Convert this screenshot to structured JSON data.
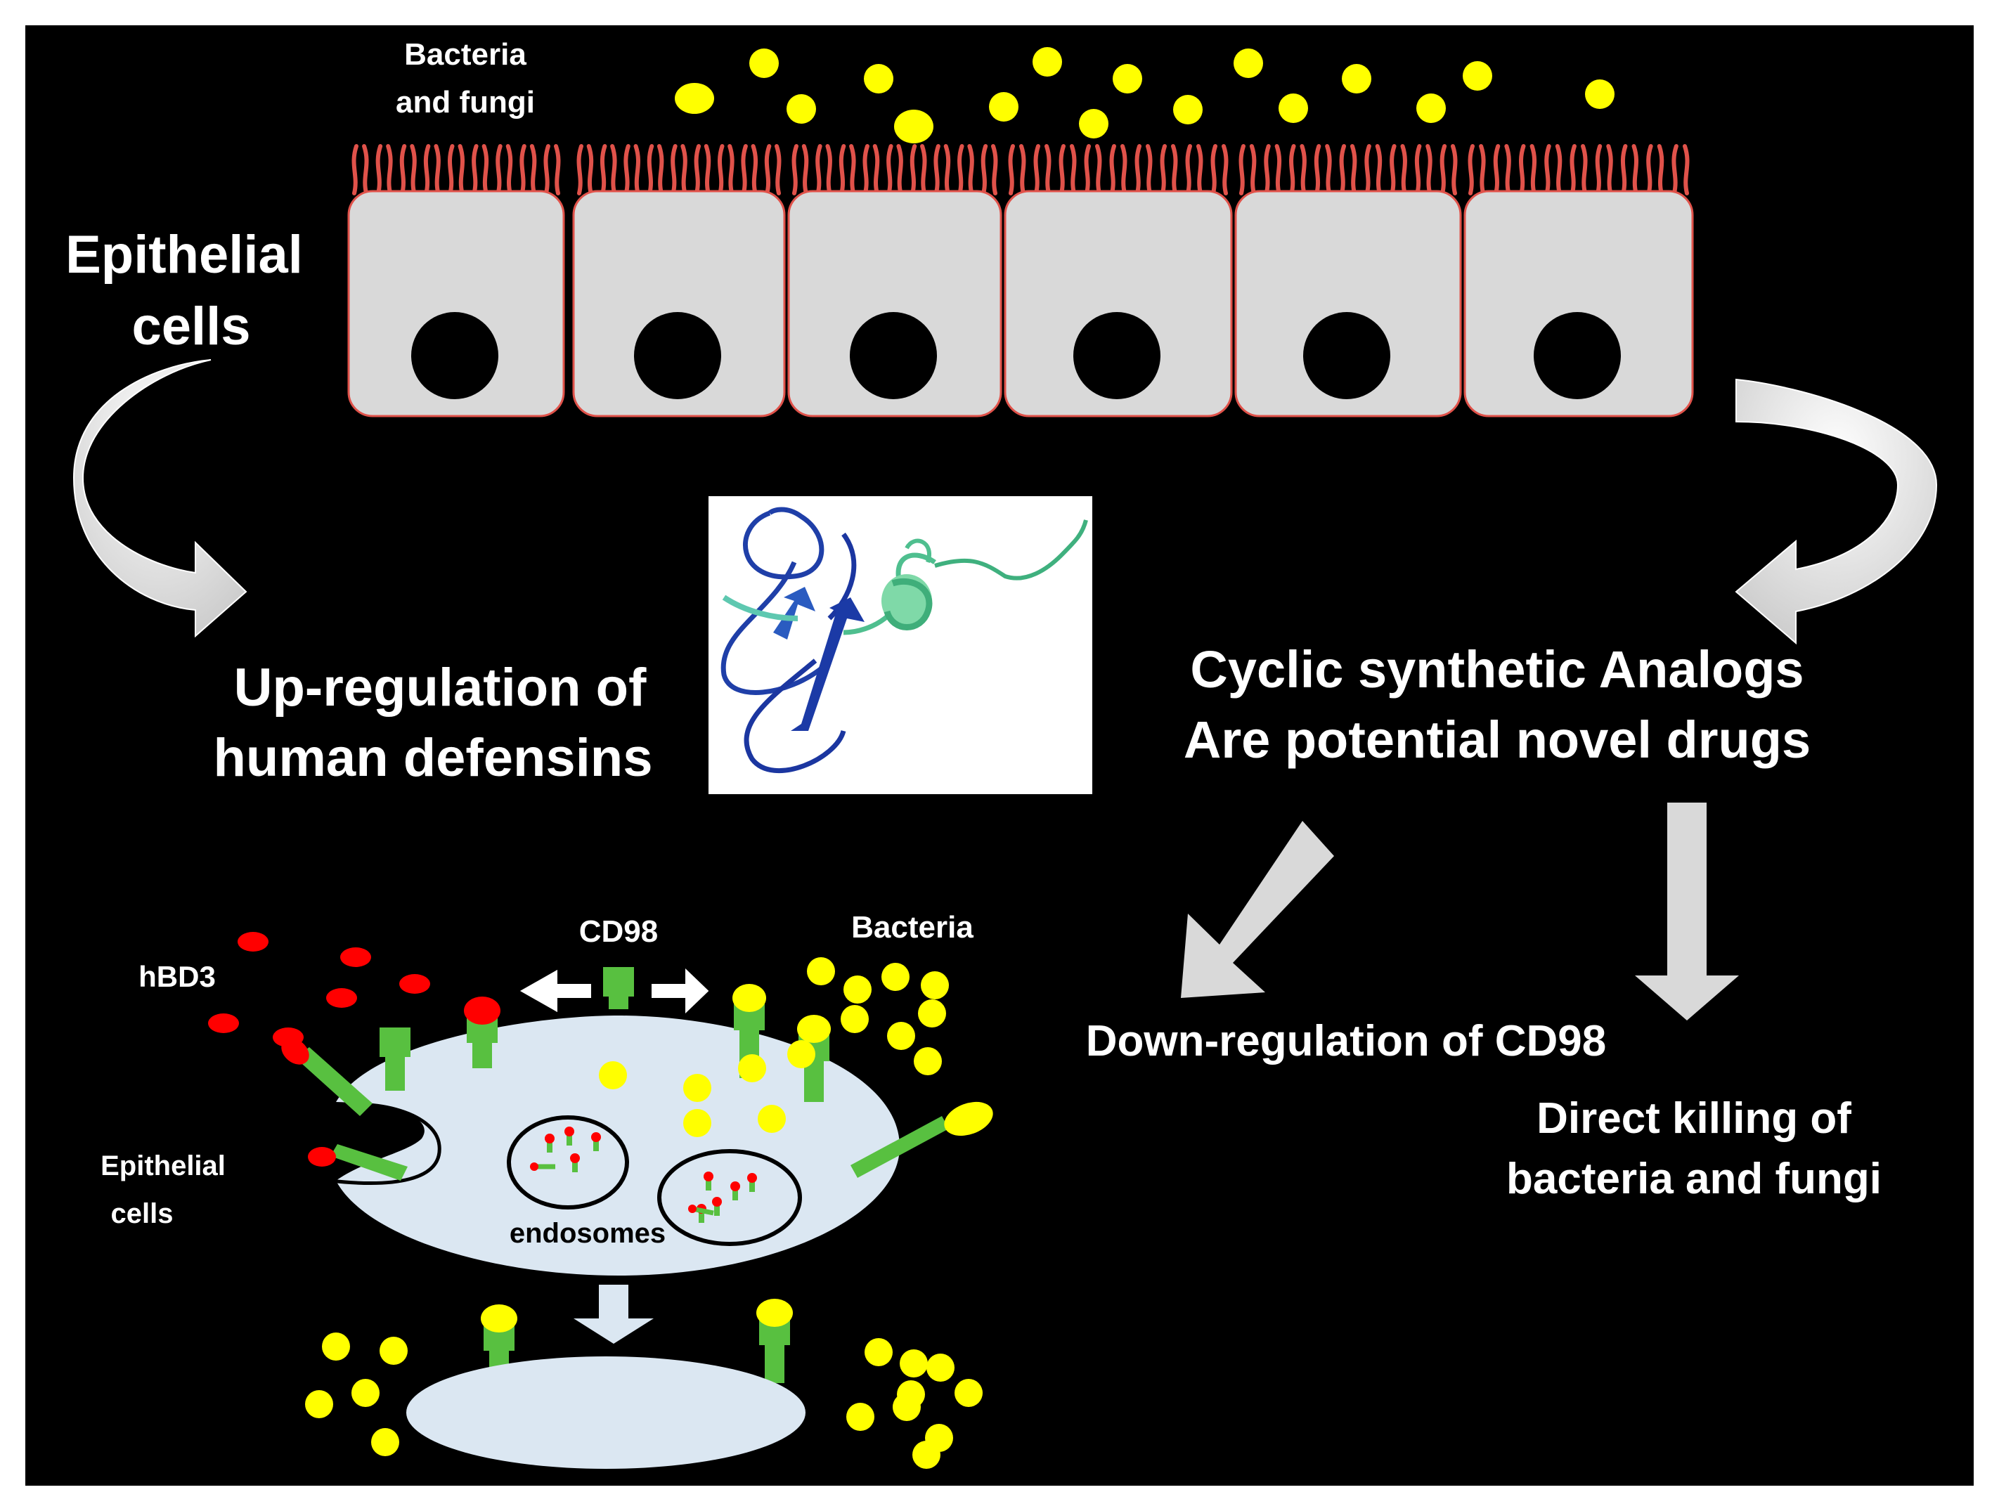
{
  "labels": {
    "bacteria_fungi_top_1": "Bacteria",
    "bacteria_fungi_top_2": "and fungi",
    "epithelial_cells_1": "Epithelial",
    "epithelial_cells_2": "cells",
    "upregulation_1": "Up-regulation of",
    "upregulation_2": "human defensins",
    "cyclic_1": "Cyclic synthetic Analogs",
    "cyclic_2": "Are potential novel drugs",
    "downregulation": "Down-regulation of CD98",
    "direct_killing_1": "Direct killing of",
    "direct_killing_2": "bacteria and fungi",
    "cd98": "CD98",
    "bacteria": "Bacteria",
    "hbd3": "hBD3",
    "epithelial_small_1": "Epithelial",
    "epithelial_small_2": "cells",
    "endosomes": "endosomes"
  },
  "colors": {
    "background": "#000000",
    "cell_fill": "#d9d9d9",
    "cilia": "#e0524a",
    "bacteria": "#ffff00",
    "receptor": "#58c040",
    "hbd3": "#ff0000",
    "membrane": "#dbe7f2",
    "arrow_gray": "#d9d9d9"
  },
  "counts": {
    "epithelial_cells": 6,
    "endosomes": 2
  }
}
